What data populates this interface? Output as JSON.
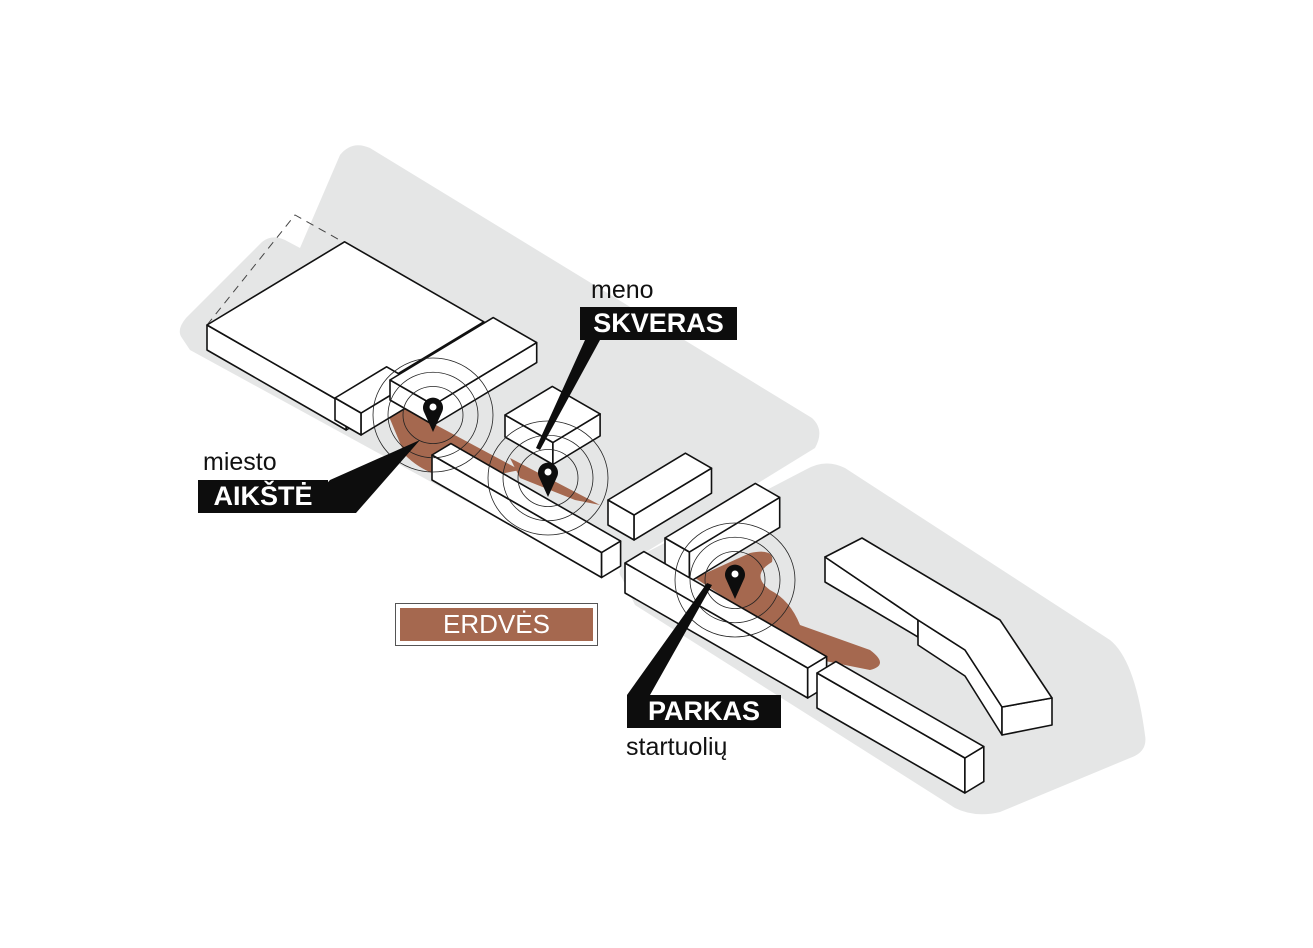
{
  "colors": {
    "ground": "#e5e6e6",
    "space": "#a5684f",
    "building_fill": "#ffffff",
    "line": "#111111",
    "tag_bg": "#0d0d0d"
  },
  "labels": {
    "aikste": {
      "prefix": "miesto",
      "title": "AIKŠTĖ"
    },
    "skveras": {
      "prefix": "meno",
      "title": "SKVERAS"
    },
    "parkas": {
      "title": "PARKAS",
      "suffix": "startuolių"
    }
  },
  "legend": {
    "label": "ERDVĖS"
  },
  "icons": [
    "map-pin-icon",
    "map-pin-icon",
    "map-pin-icon"
  ]
}
